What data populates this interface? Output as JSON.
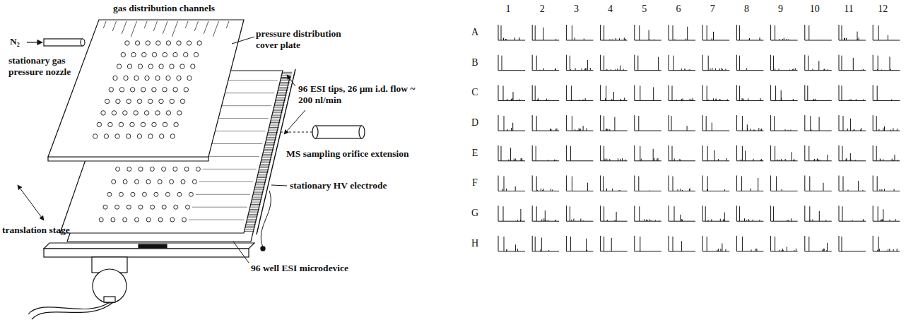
{
  "diagram": {
    "labels": [
      "gas distribution channels",
      "N₂",
      "stationary gas pressure nozzle",
      "pressure distribution cover plate",
      "96 ESI tips, 26 μm i.d. flow ~ 200 nl/min",
      "MS sampling orifice extension",
      "stationary HV electrode",
      "translation stage",
      "96 well ESI microdevice",
      "1",
      "2",
      "3",
      "4",
      "5",
      "6",
      "7",
      "8",
      "9",
      "10",
      "11",
      "12",
      "A",
      "B",
      "C",
      "D",
      "E",
      "F",
      "G",
      "H"
    ]
  }
}
